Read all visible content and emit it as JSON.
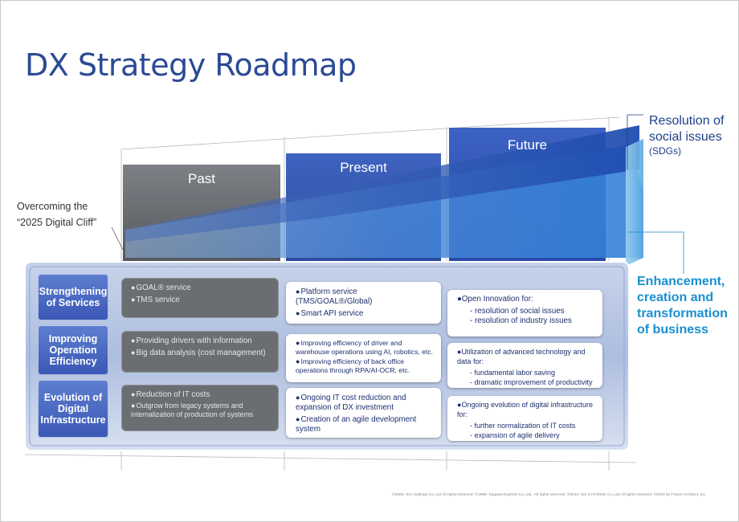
{
  "title": "DX Strategy Roadmap",
  "phases": [
    "Past",
    "Present",
    "Future"
  ],
  "callouts": {
    "cliff_line1": "Overcoming the",
    "cliff_line2": "“2025 Digital Cliff”",
    "social_line1": "Resolution of",
    "social_line2": "social issues",
    "social_line3": "(SDGs)",
    "enhancement": "Enhancement, creation and transformation of business"
  },
  "rows": [
    {
      "label": "Strengthening of Services",
      "past": [
        "GOAL® service",
        "TMS service"
      ],
      "present": [
        "Platform service (TMS/GOAL®/Global)",
        "Smart API service"
      ],
      "future_head": "Open Innovation for:",
      "future_items": [
        "- resolution of social issues",
        "- resolution of industry issues"
      ]
    },
    {
      "label": "Improving Operation Efficiency",
      "past": [
        "Providing drivers with information",
        "Big data analysis (cost management)"
      ],
      "present": [
        "Improving efficiency of driver and warehouse operations using AI, robotics, etc.",
        "Improving efficiency of back office operations through RPA/AI-OCR, etc."
      ],
      "future_head": "Utilization of advanced technology and data for:",
      "future_items": [
        "- fundamental labor saving",
        "- dramatic improvement of productivity"
      ]
    },
    {
      "label": "Evolution of Digital Infrastructure",
      "past": [
        "Reduction of IT costs",
        "Outgrow from legacy systems and internalization of production of systems"
      ],
      "present": [
        "Ongoing IT cost reduction and expansion of DX investment",
        "Creation of an agile development system"
      ],
      "future_head": "Ongoing evolution of digital infrastructure for:",
      "future_items": [
        "- further normalization of IT costs",
        "- expansion of agile delivery"
      ]
    }
  ],
  "copyright": "©2006- SG Holdings Co.,Ltd.All rights reserved.   ©1999- Sagawa Express Co.,Ltd.. All rights reserved.   ©2013- SG SYSTEMS Co.,Ltd.All rights reserved.   ©2020 by Future Architect, Inc.",
  "colors": {
    "title": "#2b4a95",
    "phase_past": "#6f7378",
    "phase_present": "#3256b0",
    "phase_future": "#2f55b5",
    "accent_cyan": "#1a8fd0"
  }
}
